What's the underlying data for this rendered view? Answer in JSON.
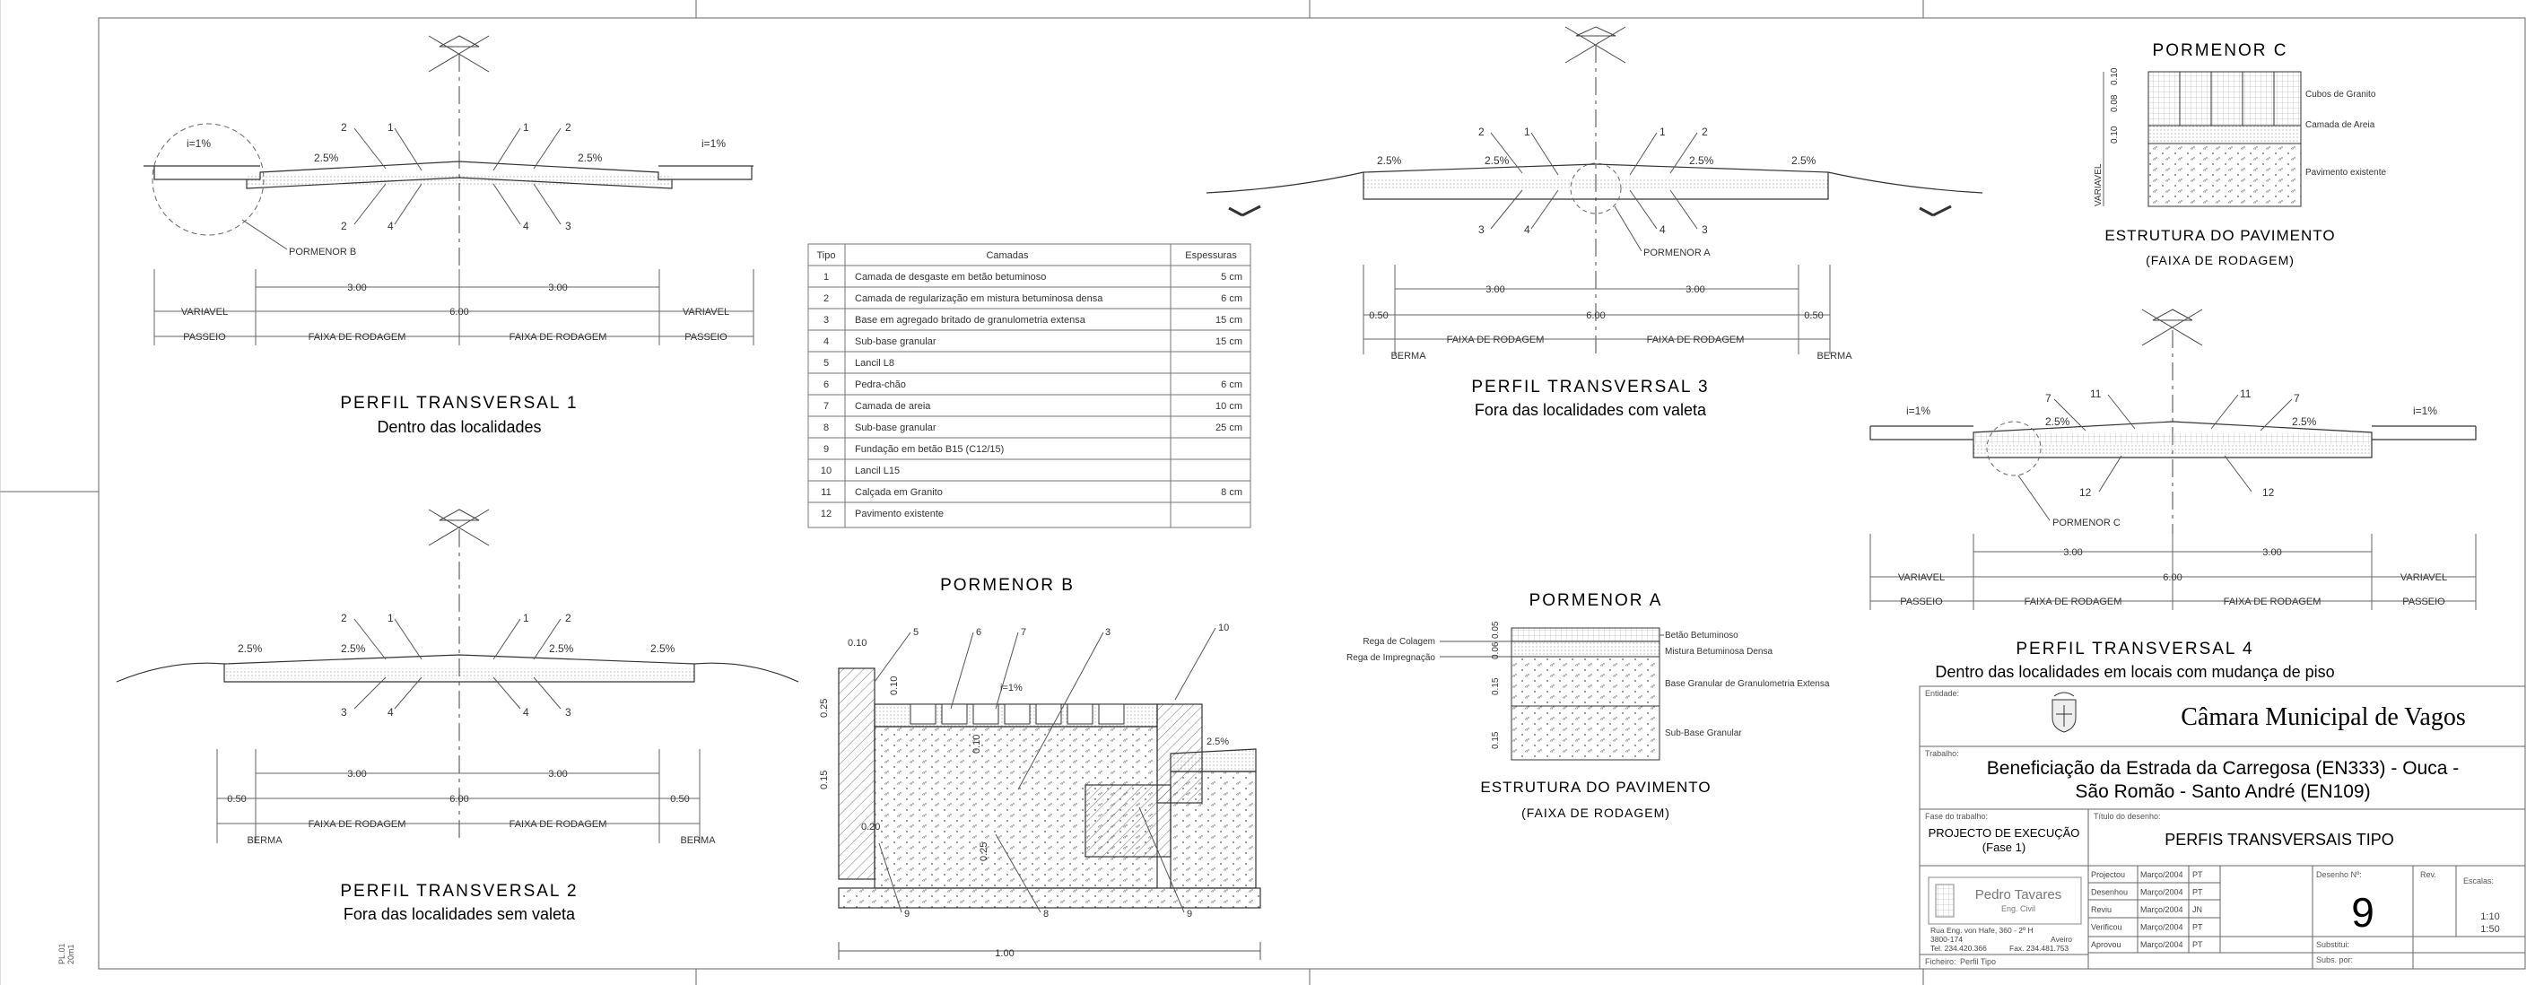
{
  "side_tag": [
    "PL.01",
    "20m1"
  ],
  "pormenor_c": {
    "title": "PORMENOR C",
    "dims": [
      "0.10",
      "0.08",
      "0.10"
    ],
    "side_dim": "VARIAVEL",
    "labels": [
      "Cubos de Granito",
      "Camada de Areia",
      "Pavimento existente"
    ],
    "caption": "ESTRUTURA DO PAVIMENTO",
    "sub": "(FAIXA DE RODAGEM)"
  },
  "pormenor_a": {
    "title": "PORMENOR A",
    "left_labels": [
      "Rega de Colagem",
      "Rega de Impregnação"
    ],
    "dims": [
      "0.05",
      "0.06",
      "0.15",
      "0.15"
    ],
    "layers": [
      "Betão Betuminoso",
      "Mistura Betuminosa Densa",
      "Base Granular de Granulometria Extensa",
      "Sub-Base Granular"
    ],
    "caption": "ESTRUTURA DO PAVIMENTO",
    "sub": "(FAIXA DE RODAGEM)"
  },
  "pormenor_b": {
    "title": "PORMENOR B",
    "dims": [
      "0.10",
      "0.25",
      "0.15",
      "0.10",
      "0.10",
      "0.20",
      "0.25",
      "1.00"
    ],
    "slope_a": "i=1%",
    "slope_b": "2.5%",
    "callouts": [
      "5",
      "6",
      "7",
      "3",
      "10",
      "9",
      "8",
      "9"
    ]
  },
  "profiles": {
    "p1": {
      "title": "PERFIL TRANSVERSAL 1",
      "subtitle": "Dentro das localidades",
      "slopes": [
        "i=1%",
        "2.5%",
        "2.5%",
        "i=1%"
      ],
      "callouts_top": [
        "2",
        "1",
        "1",
        "2"
      ],
      "callouts_bot": [
        "2",
        "4",
        "4",
        "3"
      ],
      "detail": "PORMENOR B",
      "dims_top": [
        "3.00",
        "3.00"
      ],
      "dims_mid": [
        "VARIAVEL",
        "6.00",
        "VARIAVEL"
      ],
      "dims_bot": [
        "PASSEIO",
        "FAIXA DE RODAGEM",
        "FAIXA DE RODAGEM",
        "PASSEIO"
      ]
    },
    "p2": {
      "title": "PERFIL TRANSVERSAL 2",
      "subtitle": "Fora das localidades sem valeta",
      "slopes": [
        "2.5%",
        "2.5%",
        "2.5%",
        "2.5%"
      ],
      "callouts_top": [
        "2",
        "1",
        "1",
        "2"
      ],
      "callouts_bot": [
        "3",
        "4",
        "4",
        "3"
      ],
      "dims_top": [
        "3.00",
        "3.00"
      ],
      "dims_mid": [
        "0.50",
        "6.00",
        "0.50"
      ],
      "dims_bot": [
        "BERMA",
        "FAIXA DE RODAGEM",
        "FAIXA DE RODAGEM",
        "BERMA"
      ]
    },
    "p3": {
      "title": "PERFIL TRANSVERSAL 3",
      "subtitle": "Fora das localidades com valeta",
      "slopes": [
        "2.5%",
        "2.5%",
        "2.5%",
        "2.5%"
      ],
      "callouts_top": [
        "2",
        "1",
        "1",
        "2"
      ],
      "callouts_bot": [
        "3",
        "4",
        "4",
        "3"
      ],
      "detail": "PORMENOR A",
      "dims_top": [
        "3.00",
        "3.00"
      ],
      "dims_mid": [
        "0.50",
        "6.00",
        "0.50"
      ],
      "dims_bot": [
        "BERMA",
        "FAIXA DE RODAGEM",
        "FAIXA DE RODAGEM",
        "BERMA"
      ]
    },
    "p4": {
      "title": "PERFIL TRANSVERSAL 4",
      "subtitle": "Dentro das localidades em locais com mudança de piso",
      "slopes": [
        "i=1%",
        "2.5%",
        "2.5%",
        "i=1%"
      ],
      "callouts_top": [
        "7",
        "11",
        "11",
        "7"
      ],
      "callouts_bot": [
        "12",
        "12"
      ],
      "detail": "PORMENOR C",
      "dims_top": [
        "3.00",
        "3.00"
      ],
      "dims_mid": [
        "VARIAVEL",
        "6.00",
        "VARIAVEL"
      ],
      "dims_bot": [
        "PASSEIO",
        "FAIXA DE RODAGEM",
        "FAIXA DE RODAGEM",
        "PASSEIO"
      ]
    }
  },
  "layers_table": {
    "headers": [
      "Tipo",
      "Camadas",
      "Espessuras"
    ],
    "rows": [
      [
        "1",
        "Camada de desgaste em betão betuminoso",
        "5 cm"
      ],
      [
        "2",
        "Camada de regularização em mistura betuminosa densa",
        "6 cm"
      ],
      [
        "3",
        "Base em agregado britado de granulometria extensa",
        "15 cm"
      ],
      [
        "4",
        "Sub-base granular",
        "15 cm"
      ],
      [
        "5",
        "Lancil L8",
        ""
      ],
      [
        "6",
        "Pedra-chão",
        "6 cm"
      ],
      [
        "7",
        "Camada de areia",
        "10 cm"
      ],
      [
        "8",
        "Sub-base granular",
        "25 cm"
      ],
      [
        "9",
        "Fundação em betão B15 (C12/15)",
        ""
      ],
      [
        "10",
        "Lancil L15",
        ""
      ],
      [
        "11",
        "Calçada em Granito",
        "8 cm"
      ],
      [
        "12",
        "Pavimento existente",
        ""
      ]
    ]
  },
  "title_block": {
    "entity_label": "Entidade:",
    "entity": "Câmara Municipal de Vagos",
    "work_label": "Trabalho:",
    "work_line1": "Beneficiação da Estrada da Carregosa (EN333) - Ouca -",
    "work_line2": "São Romão - Santo André (EN109)",
    "phase_label": "Fase do trabalho:",
    "phase_line1": "PROJECTO DE EXECUÇÃO",
    "phase_line2": "(Fase 1)",
    "drawing_label": "Título do desenho:",
    "drawing_title": "PERFIS TRANSVERSAIS TIPO",
    "signatures": [
      {
        "role": "Projectou",
        "date": "Março/2004",
        "init": "PT"
      },
      {
        "role": "Desenhou",
        "date": "Março/2004",
        "init": "PT"
      },
      {
        "role": "Reviu",
        "date": "Março/2004",
        "init": "JN"
      },
      {
        "role": "Verificou",
        "date": "Março/2004",
        "init": "PT"
      },
      {
        "role": "Aprovou",
        "date": "Março/2004",
        "init": "PT"
      }
    ],
    "designer_name": "Pedro Tavares",
    "designer_title": "Eng. Civil",
    "address_line1": "Rua Eng. von Hafe, 360 - 2º H",
    "address_line2": "3800-174",
    "address_city": "Aveiro",
    "phone": "Tel. 234.420.366",
    "fax": "Fax. 234.481.753",
    "file_label": "Ficheiro:",
    "file_value": "Perfil Tipo",
    "sheet_no_label": "Desenho Nº:",
    "sheet_no": "9",
    "rev_label": "Rev.",
    "scale_label": "Escalas:",
    "scales": [
      "1:10",
      "1:50"
    ],
    "substitutes_label": "Substitui:",
    "substituted_label": "Subs. por:"
  }
}
